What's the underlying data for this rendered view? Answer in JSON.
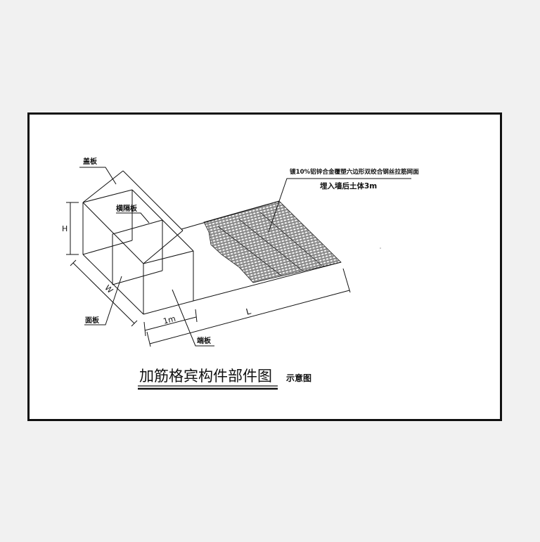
{
  "diagram": {
    "title": "加筋格宾构件部件图",
    "subtitle": "示意图",
    "labels": {
      "lid": "盖板",
      "partition": "横隔板",
      "face_panel": "面板",
      "end_panel": "端板",
      "mesh_spec": "镀10%铝锌合金覆塑六边形双绞合钢丝拉筋网面",
      "embed_note": "埋入墙后土体3m"
    },
    "dimensions": {
      "height": "H",
      "width": "W",
      "unit_length": "1m",
      "total_length": "L"
    },
    "colors": {
      "line": "#111111",
      "background": "#ffffff",
      "page": "#f1f1f1",
      "frame": "#111111"
    }
  }
}
